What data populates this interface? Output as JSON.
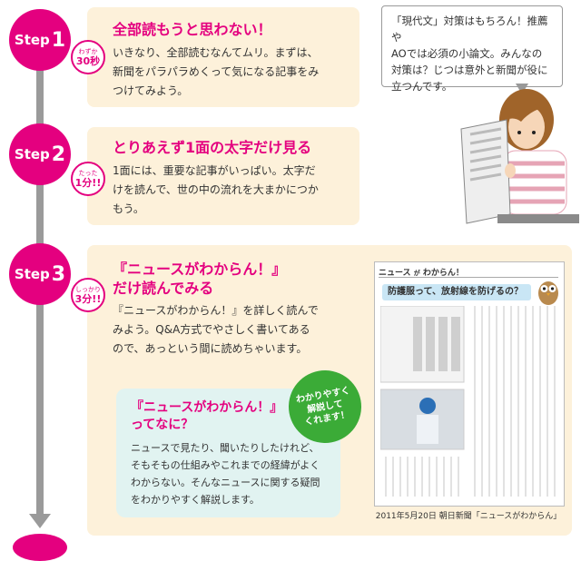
{
  "steps": [
    {
      "step_word": "Step",
      "step_num": "1",
      "badge_small": "わずか",
      "badge_big": "30秒",
      "title": "全部読もうと思わない！",
      "lines": [
        "いきなり、全部読むなんてムリ。まずは、",
        "新聞をパラパラめくって気になる記事をみ",
        "つけてみよう。"
      ]
    },
    {
      "step_word": "Step",
      "step_num": "2",
      "badge_small": "たった",
      "badge_big": "1分!!",
      "title": "とりあえず1面の太字だけ見る",
      "lines": [
        "1面には、重要な記事がいっぱい。太字だ",
        "けを読んで、世の中の流れを大まかにつか",
        "もう。"
      ]
    },
    {
      "step_word": "Step",
      "step_num": "3",
      "badge_small": "しっかり",
      "badge_big": "3分!!",
      "title_lines": [
        "『ニュースがわからん！』",
        "だけ読んでみる"
      ],
      "lines": [
        "『ニュースがわからん！』を詳しく読んで",
        "みよう。Q&A方式でやさしく書いてある",
        "ので、あっという間に読めちゃいます。"
      ]
    }
  ],
  "bubble": {
    "lines": [
      "「現代文」対策はもちろん！推薦や",
      "AOでは必須の小論文。みんなの",
      "対策は？じつは意外と新聞が役に",
      "立つんです。"
    ]
  },
  "info": {
    "title_lines": [
      "『ニュースがわからん！』",
      "ってなに？"
    ],
    "lines": [
      "ニュースで見たり、聞いたりしたけれど、",
      "そもそもの仕組みやこれまでの経緯がよく",
      "わからない。そんなニュースに関する疑問",
      "をわかりやすく解説します。"
    ]
  },
  "green_badge": {
    "lines": [
      "わかりやすく",
      "解説して",
      "くれます！"
    ]
  },
  "newspaper": {
    "header_main": "ニュース",
    "header_ga": "が",
    "header_rest": "わからん！",
    "banner": "防護服って、放射線を防げるの？",
    "caption": "2011年5月20日 朝日新聞「ニュースがわからん」"
  },
  "colors": {
    "accent": "#e4007f",
    "card_bg": "#fdf1da",
    "info_bg": "#e1f3f1",
    "badge_green": "#3bab37",
    "timeline": "#9a9a9a"
  }
}
